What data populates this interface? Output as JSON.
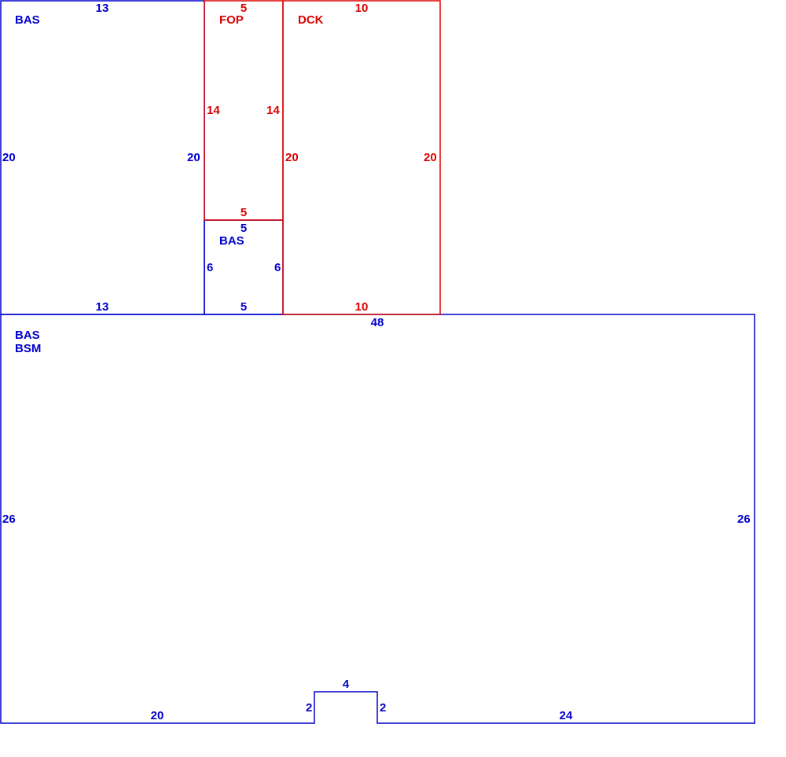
{
  "colors": {
    "main": "#0000cc",
    "accent": "#dd0000"
  },
  "areas": {
    "upper_left": {
      "code": "BAS",
      "top": "13",
      "bottom": "13",
      "left": "20",
      "right": "20"
    },
    "fop": {
      "code": "FOP",
      "top": "5",
      "bottom": "5",
      "left": "14",
      "right": "14"
    },
    "small_bas": {
      "code": "BAS",
      "top": "5",
      "bottom": "5",
      "left": "6",
      "right": "6"
    },
    "dck": {
      "code": "DCK",
      "top": "10",
      "bottom": "10",
      "left": "20",
      "right": "20"
    },
    "main": {
      "code1": "BAS",
      "code2": "BSM",
      "top": "48",
      "left": "26",
      "right": "26",
      "bottom_left": "20",
      "bottom_right": "24",
      "notch_top": "4",
      "notch_left": "2",
      "notch_right": "2"
    }
  }
}
